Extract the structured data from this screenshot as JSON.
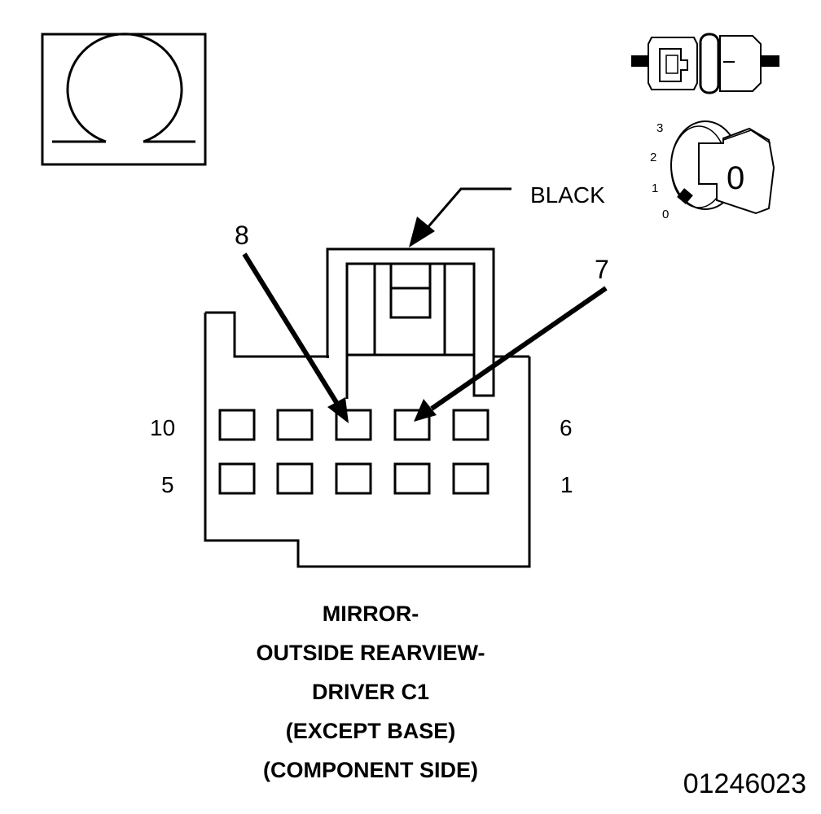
{
  "connector": {
    "color_label": "BLACK",
    "callout_left": "8",
    "callout_right": "7",
    "row_labels": {
      "top_left": "10",
      "top_right": "6",
      "bottom_left": "5",
      "bottom_right": "1"
    }
  },
  "key_switch": {
    "positions": [
      "3",
      "2",
      "1",
      "0"
    ],
    "key_face": "0"
  },
  "icons": {
    "ohm": "ohmmeter-icon",
    "connector_side": "connector-icon",
    "ignition": "ignition-key-icon"
  },
  "caption": {
    "lines": [
      "MIRROR-",
      "OUTSIDE REARVIEW-",
      "DRIVER C1",
      "(EXCEPT BASE)",
      "(COMPONENT SIDE)"
    ]
  },
  "doc_number": "01246023"
}
